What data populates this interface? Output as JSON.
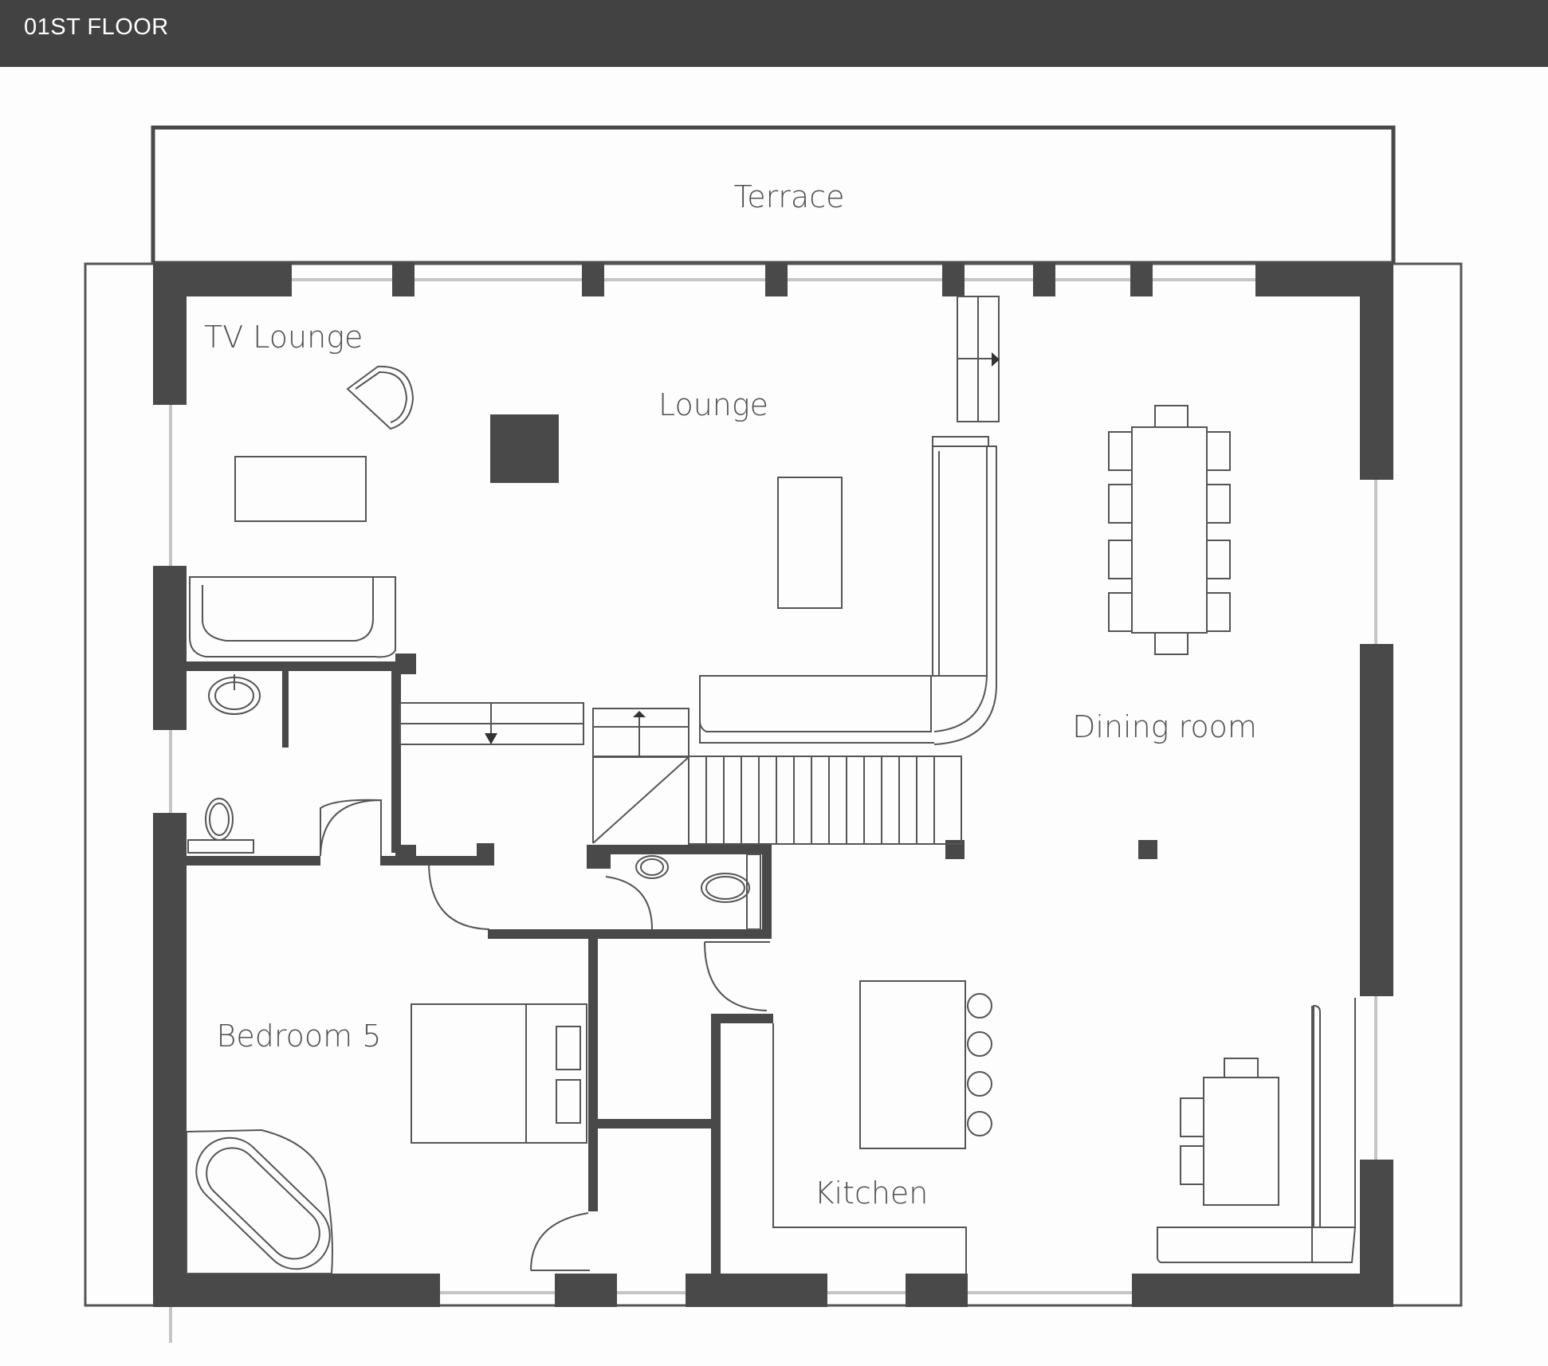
{
  "header": {
    "title": "01ST FLOOR"
  },
  "rooms": {
    "terrace": "Terrace",
    "tv_lounge": "TV Lounge",
    "lounge": "Lounge",
    "dining_room": "Dining room",
    "bedroom_5": "Bedroom 5",
    "kitchen": "Kitchen"
  },
  "colors": {
    "wall": "#4a4949",
    "header_bg": "#424242",
    "line": "#555555",
    "window": "#c8c4c4"
  }
}
